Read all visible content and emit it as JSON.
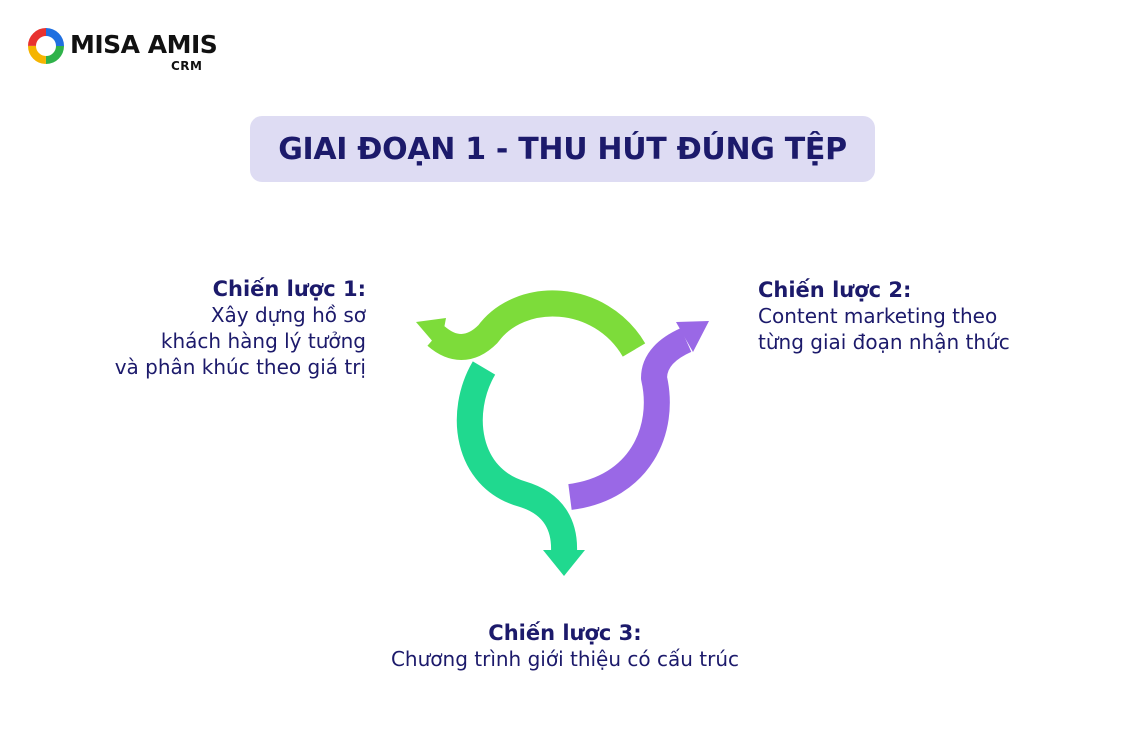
{
  "logo": {
    "name": "MISA AMIS",
    "sub": "CRM",
    "colors": [
      "#1f6fe0",
      "#2fb24a",
      "#f5b400",
      "#e8322f"
    ]
  },
  "title": "GIAI ĐOẠN 1 - THU HÚT ĐÚNG TỆP",
  "strategies": [
    {
      "heading": "Chiến lược 1:",
      "lines": [
        "Xây dựng hồ sơ",
        "khách hàng lý tưởng",
        "và phân khúc theo giá trị"
      ],
      "color": "#7ddc3a",
      "icon": "arrow-left-icon"
    },
    {
      "heading": "Chiến lược 2:",
      "lines": [
        "Content marketing theo",
        "từng giai đoạn nhận thức"
      ],
      "color": "#9a68e6",
      "icon": "arrow-up-right-icon"
    },
    {
      "heading": "Chiến lược 3:",
      "lines": [
        "Chương trình giới thiệu có cấu trúc"
      ],
      "color": "#20d98f",
      "icon": "arrow-down-icon"
    }
  ],
  "colors": {
    "text": "#1c1a6b",
    "title_bg": "#dedcf3"
  }
}
